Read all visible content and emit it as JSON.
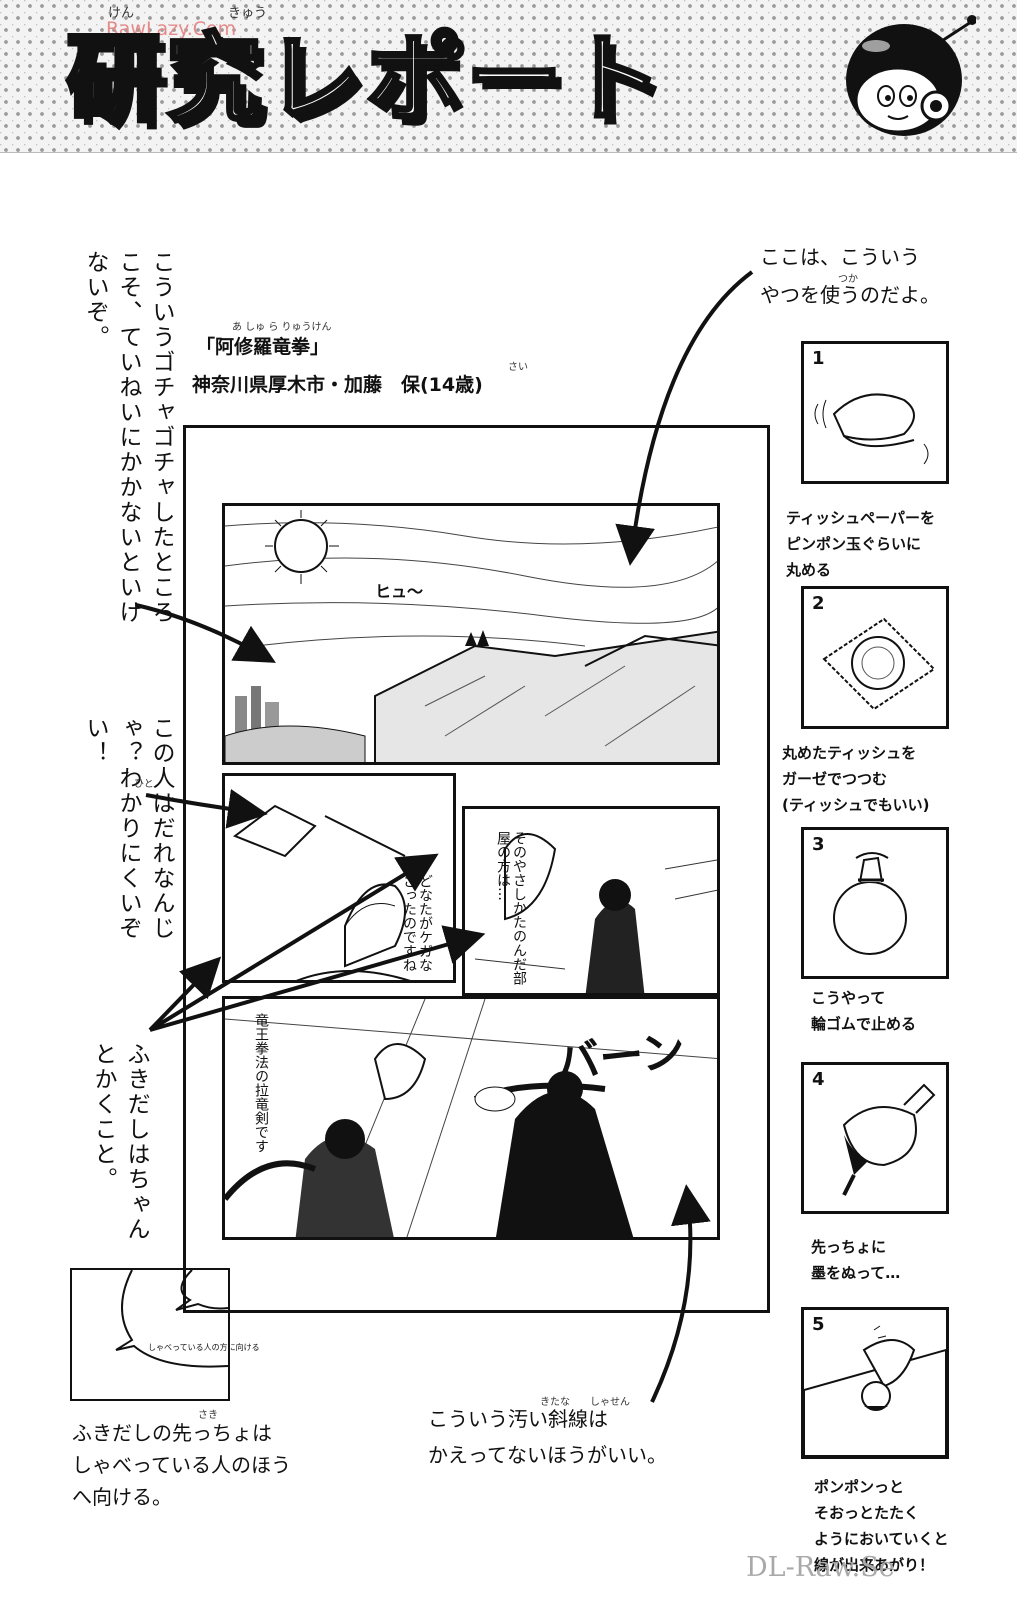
{
  "header": {
    "title": "研究レポート",
    "title_ruby_left": "けん",
    "title_ruby_right": "きゅう"
  },
  "watermarks": {
    "top": "RawLazy.Com",
    "bottom": "DL-Raw.Se"
  },
  "entry": {
    "title": "「阿修羅竜拳」",
    "title_ruby": "あ しゅ ら りゅうけん",
    "author": "神奈川県厚木市・加藤　保(14歳)",
    "author_ruby": "さい"
  },
  "comments": {
    "left_top": "こういうゴチャゴチャしたところこそ、ていねいにかかないといけないぞ。",
    "left_mid": "この人はだれなんじゃ？わかりにくいぞい！",
    "left_mid_ruby": "ひと",
    "left_bottom": "ふきだしはちゃんとかくこと。",
    "top_right": [
      "ここは、こういう",
      "やつを使うのだよ。"
    ],
    "top_right_ruby": "つか",
    "bottom_center": [
      "こういう汚い斜線は",
      "かえってないほうがいい。"
    ],
    "bottom_center_ruby": "きたな　　しゃせん",
    "bottom_left": [
      "ふきだしの先っちょは",
      "しゃべっている人のほう",
      "へ向ける。"
    ],
    "bottom_left_ruby": "さき",
    "small_frame_text": "しゃべっている人の方に向ける"
  },
  "manga": {
    "sfx_wind": "ヒュ〜",
    "balloon_1": "どなたがケガなさったのですね",
    "balloon_2": "そのやさしかたのんだ部屋の方は…",
    "balloon_3": "竜王拳法の拉竜剣です",
    "sfx_impact": "バーン"
  },
  "steps": [
    {
      "num": "1",
      "caption": [
        "ティッシュペーパーを",
        "ピンポン玉ぐらいに",
        "丸める"
      ]
    },
    {
      "num": "2",
      "caption": [
        "丸めたティッシュを",
        "ガーゼでつつむ",
        "(ティッシュでもいい)"
      ]
    },
    {
      "num": "3",
      "caption": [
        "こうやって",
        "輪ゴムで止める"
      ]
    },
    {
      "num": "4",
      "caption": [
        "先っちょに",
        "墨をぬって…"
      ]
    },
    {
      "num": "5",
      "caption": [
        "ポンポンっと",
        "そおっとたたく",
        "ようにおいていくと",
        "線が出来あがり！"
      ]
    }
  ]
}
